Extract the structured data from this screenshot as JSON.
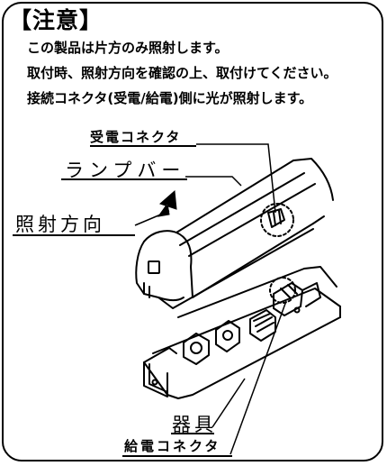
{
  "notice": {
    "title": "【注意】",
    "lines": [
      "この製品は片方のみ照射します。",
      "取付時、照射方向を確認の上、取付けてください。",
      "接続コネクタ(受電/給電)側に光が照射します。"
    ]
  },
  "labels": {
    "receiving_connector": "受電コネクタ",
    "lamp_bar": "ランプバー",
    "irradiation_direction": "照射方向",
    "fixture": "器具",
    "feeding_connector": "給電コネクタ"
  }
}
